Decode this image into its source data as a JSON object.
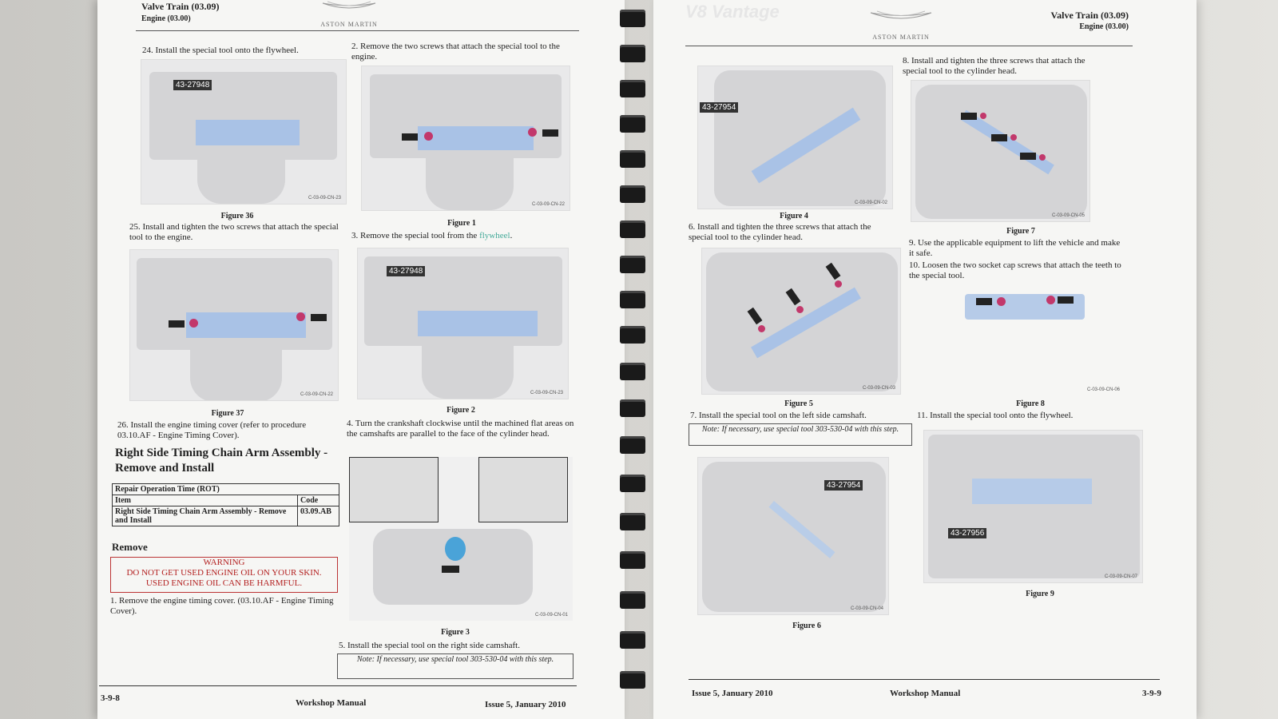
{
  "left_page": {
    "header_title": "Valve Train (03.09)",
    "header_sub": "Engine (03.00)",
    "logo_text": "ASTON MARTIN",
    "step24": "24. Install the special tool onto the flywheel.",
    "step2": "2.   Remove the two screws that attach the special tool to the engine.",
    "fig36_label": "43-27948",
    "fig36_code": "C-03-09-CN-23",
    "fig36_caption": "Figure 36",
    "fig1_code": "C-03-09-CN-22",
    "fig1_caption": "Figure 1",
    "step25": "25. Install and tighten the two screws that attach the special tool to the engine.",
    "step3_prefix": "3.   Remove the special tool from the ",
    "step3_link": "flywheel",
    "step3_suffix": ".",
    "fig37_code": "C-03-09-CN-22",
    "fig37_caption": "Figure 37",
    "fig2_label": "43-27948",
    "fig2_code": "C-03-09-CN-23",
    "fig2_caption": "Figure 2",
    "step26": "26. Install the engine timing cover (refer to procedure 03.10.AF - Engine Timing Cover).",
    "step4": "4.   Turn the crankshaft clockwise until the machined flat areas on the camshafts are parallel to the face of the cylinder head.",
    "section_title": "Right Side Timing Chain Arm Assembly - Remove and Install",
    "rot_title": "Repair Operation Time (ROT)",
    "rot_col_item": "Item",
    "rot_col_code": "Code",
    "rot_item": "Right Side Timing Chain Arm Assembly - Remove and Install",
    "rot_code": "03.09.AB",
    "remove_heading": "Remove",
    "warning_title": "WARNING",
    "warning_text": "DO NOT GET USED ENGINE OIL ON YOUR SKIN. USED ENGINE OIL CAN BE HARMFUL.",
    "step1": "1.   Remove the engine timing cover. (03.10.AF - Engine Timing Cover).",
    "fig3_code": "C-03-09-CN-01",
    "fig3_caption": "Figure 3",
    "step5": "5.   Install the special tool on the right side camshaft.",
    "note5": "Note: If necessary, use special tool 303-530-04 with this step.",
    "footer_page": "3-9-8",
    "footer_manual": "Workshop Manual",
    "footer_issue": "Issue 5, January 2010"
  },
  "right_page": {
    "header_title": "Valve Train (03.09)",
    "header_sub": "Engine (03.00)",
    "logo_text": "ASTON MARTIN",
    "watermark": "V8 Vantage",
    "fig4_label": "43-27954",
    "fig4_code": "C-03-09-CN-02",
    "fig4_caption": "Figure 4",
    "step8": "8.   Install and tighten the three screws that attach the special tool to the cylinder head.",
    "fig7_code": "C-03-09-CN-05",
    "fig7_caption": "Figure 7",
    "step6": "6.   Install and tighten the three screws that attach the special tool to the cylinder head.",
    "step9": "9.   Use the applicable equipment to lift the vehicle and make it safe.",
    "step10": "10.  Loosen the two socket cap screws that attach the teeth to the special tool.",
    "fig5_code": "C-03-09-CN-03",
    "fig5_caption": "Figure 5",
    "fig8_code": "C-03-09-CN-06",
    "fig8_caption": "Figure 8",
    "step7": "7.   Install the special tool on the left side camshaft.",
    "note7": "Note: If necessary, use special tool 303-530-04 with this step.",
    "step11": "11.  Install the special tool onto the flywheel.",
    "fig6_label": "43-27954",
    "fig6_code": "C-03-09-CN-04",
    "fig6_caption": "Figure 6",
    "fig9_label": "43-27956",
    "fig9_code": "C-03-09-CN-07",
    "fig9_caption": "Figure 9",
    "footer_issue": "Issue 5, January 2010",
    "footer_manual": "Workshop Manual",
    "footer_page": "3-9-9"
  }
}
